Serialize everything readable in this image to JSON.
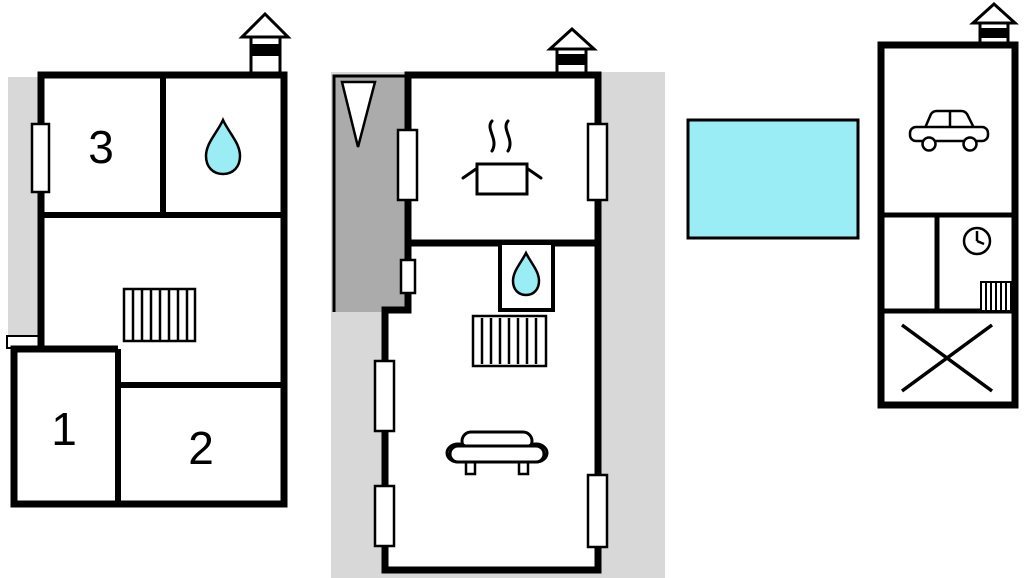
{
  "document": {
    "type": "holiday-home-floor-plan",
    "background": "#ffffff"
  },
  "colors": {
    "wall": "#000000",
    "terrace_light": "#d8d8d8",
    "storage_dark": "#ababab",
    "water": "#9aecf5",
    "white": "#ffffff"
  },
  "labels": {
    "room1": "1",
    "room2": "2",
    "room3": "3"
  },
  "icons": {
    "chimney_left_building": "chimney-vent-icon",
    "chimney_middle_building": "chimney-vent-icon",
    "chimney_right_building": "chimney-vent-icon",
    "bathroom_drop_left": "water-drop-icon",
    "bathroom_drop_middle": "water-drop-icon",
    "stairs_left_building": "stairs-icon",
    "stairs_middle_building": "stairs-icon",
    "stairs_right_building": "stairs-icon",
    "kitchen": "cooking-pot-steam-icon",
    "living_room": "sofa-icon",
    "pool": "swimming-pool",
    "garage": "car-icon",
    "clock": "clock-icon",
    "closed_area": "cross-icon",
    "entrance_marker": "triangle-marker-icon"
  }
}
